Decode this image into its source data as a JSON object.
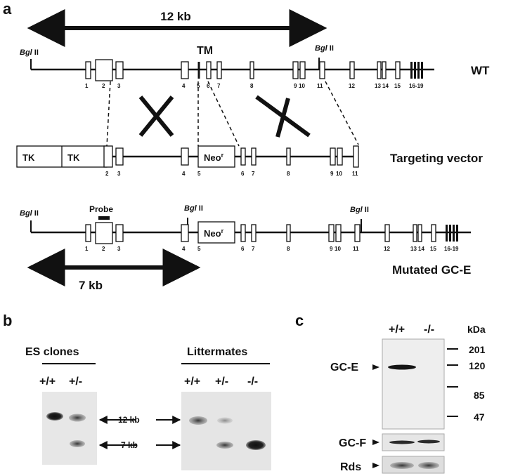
{
  "panel_a": {
    "label": "a",
    "top_distance": "12 kb",
    "bottom_distance": "7 kb",
    "bgl_prefix": "Bgl",
    "bgl_suffix": " II",
    "tm_label": "TM",
    "wt_label": "WT",
    "vector_label": "Targeting vector",
    "mutant_label": "Mutated GC-E",
    "tk_label": "TK",
    "neo_base": "Neo",
    "neo_sup": "r",
    "probe_label": "Probe",
    "wt_exons": [
      "1",
      "2",
      "3",
      "4",
      "5",
      "6",
      "7",
      "8",
      "9",
      "10",
      "11",
      "12",
      "13",
      "14",
      "15",
      "16-19"
    ],
    "vector_exons": [
      "2",
      "3",
      "4",
      "5",
      "6",
      "7",
      "8",
      "9",
      "10",
      "11"
    ],
    "mutant_exons": [
      "1",
      "2",
      "3",
      "4",
      "5",
      "6",
      "7",
      "8",
      "9",
      "10",
      "11",
      "12",
      "13",
      "14",
      "15",
      "16-19"
    ]
  },
  "panel_b": {
    "label": "b",
    "es_title": "ES clones",
    "es_genotypes": [
      "+/+",
      "+/-"
    ],
    "litter_title": "Littermates",
    "litter_genotypes": [
      "+/+",
      "+/-",
      "-/-"
    ],
    "band_12": "12 kb",
    "band_7": "7 kb"
  },
  "panel_c": {
    "label": "c",
    "genotypes": [
      "+/+",
      "-/-"
    ],
    "kda_label": "kDa",
    "markers": [
      "201",
      "120",
      "85",
      "47"
    ],
    "gce_label": "GC-E",
    "gcf_label": "GC-F",
    "rds_label": "Rds"
  }
}
